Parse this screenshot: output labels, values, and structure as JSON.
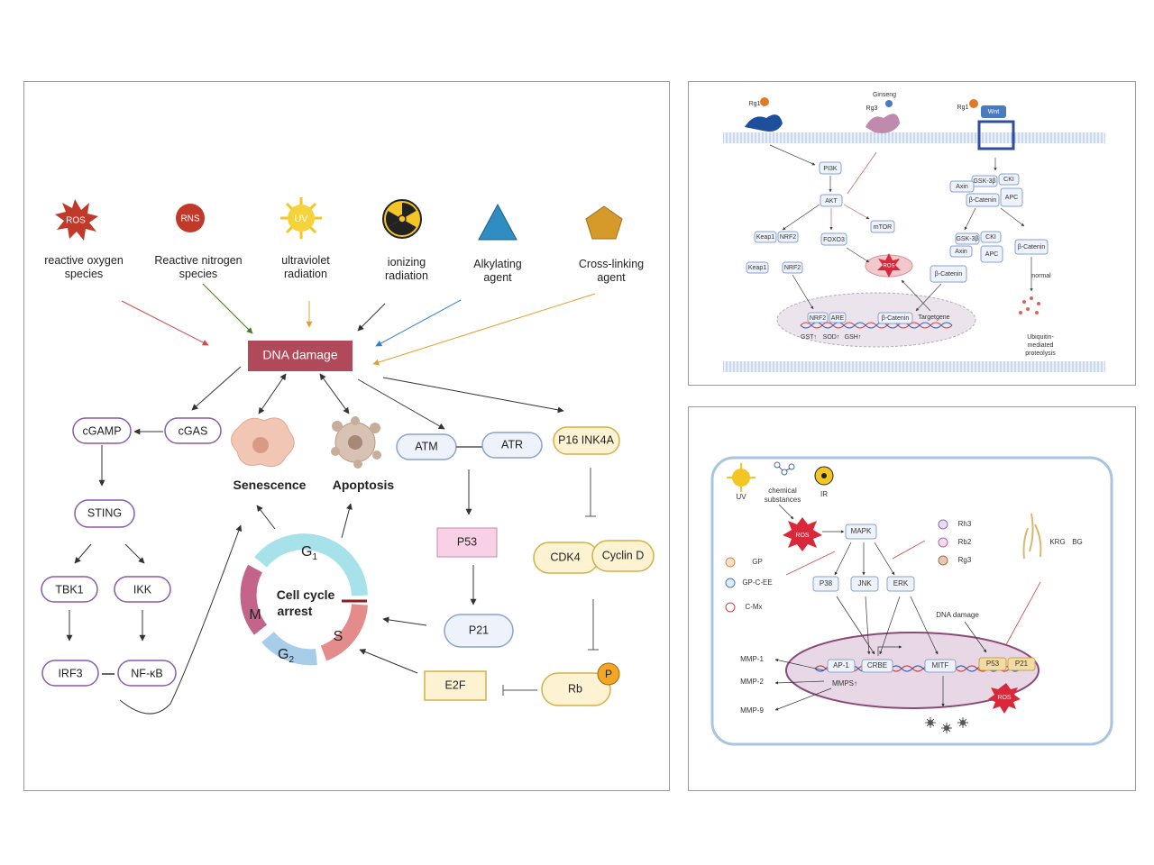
{
  "main": {
    "inducers": [
      {
        "icon": "ROS",
        "label1": "reactive oxygen",
        "label2": "species"
      },
      {
        "icon": "RNS",
        "label1": "Reactive nitrogen",
        "label2": "species"
      },
      {
        "icon": "UV",
        "label1": "ultraviolet",
        "label2": "radiation"
      },
      {
        "icon": "",
        "label1": "ionizing",
        "label2": "radiation"
      },
      {
        "icon": "",
        "label1": "Alkylating",
        "label2": "agent"
      },
      {
        "icon": "",
        "label1": "Cross-linking",
        "label2": "agent"
      }
    ],
    "dna_damage": "DNA damage",
    "cgamp": "cGAMP",
    "cgas": "cGAS",
    "sting": "STING",
    "tbk1": "TBK1",
    "ikk": "IKK",
    "irf3": "IRF3",
    "nfkb": "NF-κB",
    "senescence": "Senescence",
    "apoptosis": "Apoptosis",
    "atm": "ATM",
    "atr": "ATR",
    "p16": "P16 INK4A",
    "p53": "P53",
    "p21": "P21",
    "cdk4": "CDK4",
    "cyclind": "Cyclin D",
    "e2f": "E2F",
    "rb": "Rb",
    "p": "P",
    "cycle_title1": "Cell cycle",
    "cycle_title2": "arrest",
    "g1": "G",
    "g1sub": "1",
    "g2": "G",
    "g2sub": "2",
    "m": "M",
    "s": "S",
    "colors": {
      "ros": "#c0392b",
      "rns": "#c0392b",
      "uv": "#f3c623",
      "alk": "#2f8dc1",
      "cross": "#d69a2a",
      "dna": "#b04a5a"
    }
  },
  "top": {
    "rg1a": "Rg1",
    "ginseng": "Ginseng",
    "rg3": "Rg3",
    "rg1b": "Rg1",
    "wnt": "Wnt",
    "pi3k": "PI3K",
    "akt": "AKT",
    "keap1": "Keap1",
    "nrf2": "NRF2",
    "keap1b": "Keap1",
    "nrf2b": "NRF2",
    "foxo3": "FOXO3",
    "mtor": "mTOR",
    "ros": "ROS",
    "gsk": "GSK-3β",
    "cki": "CKI",
    "axin": "Axin",
    "bcat": "β-Catenin",
    "apc": "APC",
    "gsk2": "GSK-3β",
    "cki2": "CKI",
    "axin2": "Axin",
    "apc2": "APC",
    "bcat2": "β-Catenin",
    "bcat3": "β-Catenin",
    "normal": "normal",
    "ub1": "Ubiquitin-",
    "ub2": "mediated",
    "ub3": "proteolysis",
    "nrf2c": "NRF2",
    "are": "ARE",
    "gst": "GST↑",
    "sod": "SOD↑",
    "gsh": "GSH↑",
    "bcat4": "β-Catenin",
    "target": "Targetgene"
  },
  "bottom": {
    "uv": "UV",
    "chem1": "chemical",
    "chem2": "substances",
    "ir": "IR",
    "ros": "ROS",
    "mapk": "MAPK",
    "rh3": "Rh3",
    "rb2": "Rb2",
    "rg3": "Rg3",
    "krg": "KRG",
    "bg": "BG",
    "gp": "GP",
    "gpcee": "GP-C-EE",
    "cmx": "C-Mx",
    "p38": "P38",
    "jnk": "JNK",
    "erk": "ERK",
    "dna": "DNA damage",
    "ap1": "AP-1",
    "crbe": "CRBE",
    "mitf": "MITF",
    "p53": "P53",
    "p21": "P21",
    "mmp1": "MMP-1",
    "mmp2": "MMP-2",
    "mmps": "MMPS↑",
    "mmp9": "MMP-9",
    "ros2": "ROS"
  }
}
